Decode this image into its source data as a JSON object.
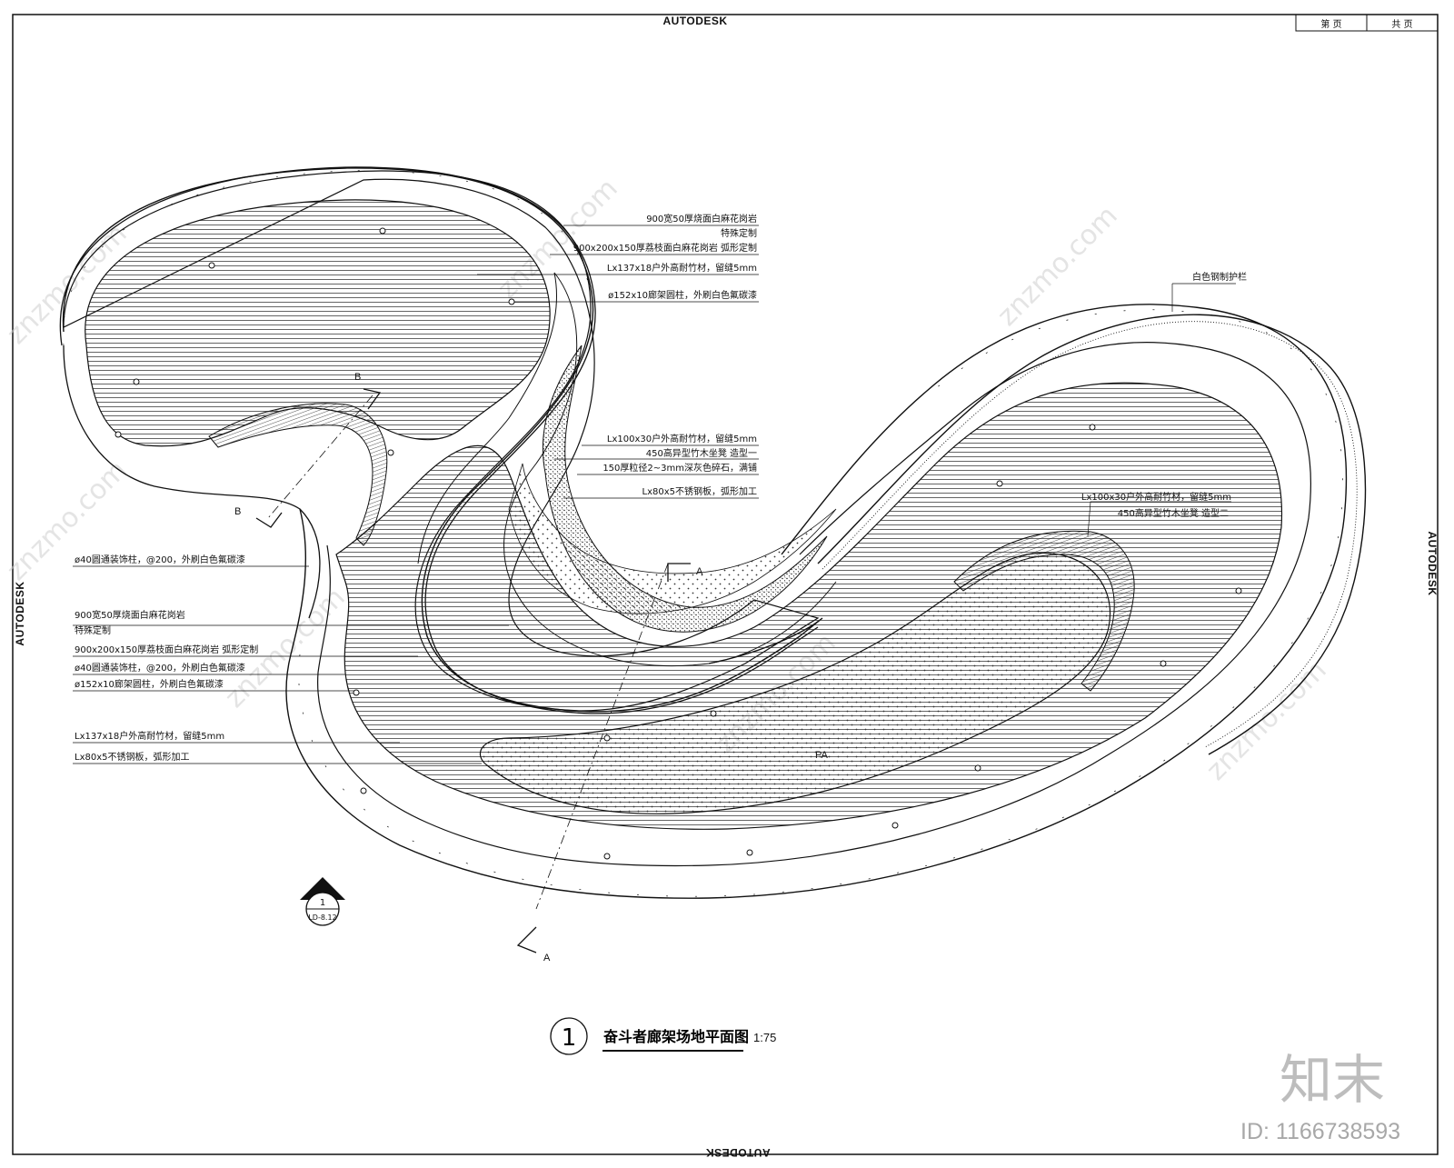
{
  "drawing": {
    "brand_top": "AUTODESK",
    "brand_bottom": "AUTODESK",
    "brand_left": "AUTODESK",
    "brand_right": "AUTODESK",
    "page_label": "第 页",
    "total_label": "共 页",
    "title": "奋斗者廊架场地平面图",
    "scale": "1:75",
    "view_number": "1",
    "ref_number": "1",
    "ref_sheet": "LD-8.12",
    "section_a_top": "A",
    "section_a_bottom": "A",
    "section_b_top": "B",
    "section_b_bottom": "B",
    "area_tag": "PA",
    "railing_label": "白色钢制护栏",
    "watermark": "znzmo.com",
    "logo_text": "知末",
    "id_text": "ID: 1166738593"
  },
  "callouts_top": [
    "900宽50厚烧面白麻花岗岩",
    "特殊定制",
    "900x200x150厚荔枝面白麻花岗岩  弧形定制",
    "Lx137x18户外高耐竹材，留缝5mm",
    "ø152x10廊架圆柱，外刷白色氟碳漆"
  ],
  "callouts_mid": [
    "Lx100x30户外高耐竹材，留缝5mm",
    "450高异型竹木坐凳  造型一",
    "150厚粒径2~3mm深灰色碎石，满铺",
    "Lx80x5不锈钢板，弧形加工"
  ],
  "callouts_right": [
    "Lx100x30户外高耐竹材，留缝5mm",
    "450高异型竹木坐凳  造型二"
  ],
  "callouts_left": [
    "ø40圆通装饰柱，@200，外刷白色氟碳漆",
    "900宽50厚烧面白麻花岗岩",
    "特殊定制",
    "900x200x150厚荔枝面白麻花岗岩  弧形定制",
    "ø40圆通装饰柱，@200，外刷白色氟碳漆",
    "ø152x10廊架圆柱，外刷白色氟碳漆",
    "Lx137x18户外高耐竹材，留缝5mm",
    "Lx80x5不锈钢板，弧形加工"
  ]
}
